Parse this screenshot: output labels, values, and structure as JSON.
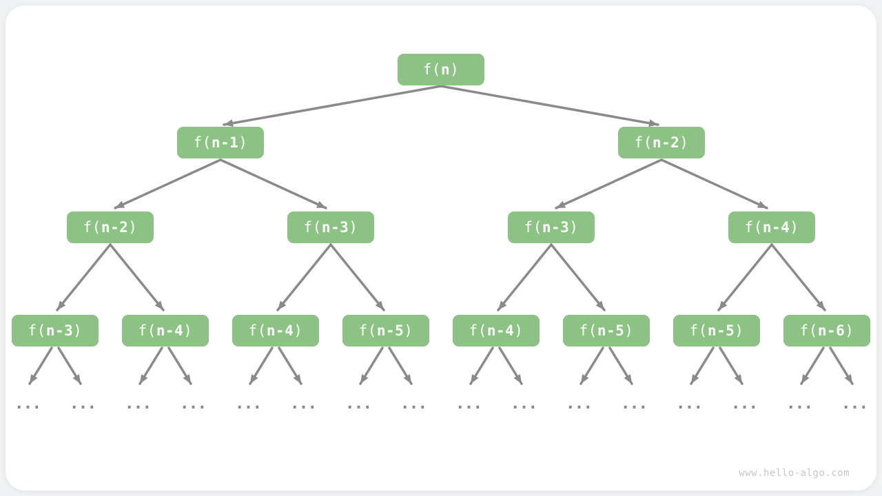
{
  "diagram": {
    "type": "recursion-tree",
    "ellipsis": "...",
    "levels": [
      {
        "nodes": [
          {
            "prefix": "f(",
            "arg": "n",
            "suffix": ")"
          }
        ]
      },
      {
        "nodes": [
          {
            "prefix": "f(",
            "arg": "n-1",
            "suffix": ")"
          },
          {
            "prefix": "f(",
            "arg": "n-2",
            "suffix": ")"
          }
        ]
      },
      {
        "nodes": [
          {
            "prefix": "f(",
            "arg": "n-2",
            "suffix": ")"
          },
          {
            "prefix": "f(",
            "arg": "n-3",
            "suffix": ")"
          },
          {
            "prefix": "f(",
            "arg": "n-3",
            "suffix": ")"
          },
          {
            "prefix": "f(",
            "arg": "n-4",
            "suffix": ")"
          }
        ]
      },
      {
        "nodes": [
          {
            "prefix": "f(",
            "arg": "n-3",
            "suffix": ")"
          },
          {
            "prefix": "f(",
            "arg": "n-4",
            "suffix": ")"
          },
          {
            "prefix": "f(",
            "arg": "n-4",
            "suffix": ")"
          },
          {
            "prefix": "f(",
            "arg": "n-5",
            "suffix": ")"
          },
          {
            "prefix": "f(",
            "arg": "n-4",
            "suffix": ")"
          },
          {
            "prefix": "f(",
            "arg": "n-5",
            "suffix": ")"
          },
          {
            "prefix": "f(",
            "arg": "n-5",
            "suffix": ")"
          },
          {
            "prefix": "f(",
            "arg": "n-6",
            "suffix": ")"
          }
        ]
      }
    ]
  },
  "colors": {
    "node_fill": "#8cc384",
    "node_text": "#ffffff",
    "edge_gray": "#8a8a8a",
    "ellipsis_gray": "#8a8a8a",
    "watermark_gray": "#c7c7c7",
    "canvas_white": "#ffffff",
    "page_background": "#f1f2f3"
  },
  "footer": {
    "watermark": "www.hello-algo.com"
  }
}
